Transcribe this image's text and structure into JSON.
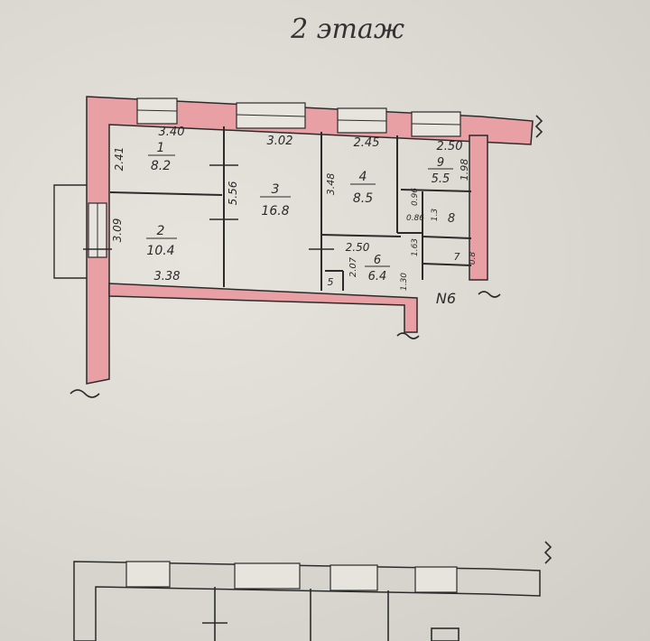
{
  "title": "2 этаж",
  "rooms": [
    {
      "num": "1",
      "area": "8.2",
      "width": "3.40",
      "depth": "2.41"
    },
    {
      "num": "2",
      "area": "10.4",
      "width": "3.38",
      "depth": "3.09"
    },
    {
      "num": "3",
      "area": "16.8",
      "width": "3.02",
      "depth": "5.56"
    },
    {
      "num": "4",
      "area": "8.5",
      "width": "2.45",
      "depth": "3.48"
    },
    {
      "num": "9",
      "area": "5.5",
      "width": "2.50",
      "depth": "1.98"
    },
    {
      "num": "6",
      "area": "6.4",
      "width": "2.50",
      "depth": "2.07"
    },
    {
      "num": "8",
      "area": "",
      "width": "",
      "depth": ""
    },
    {
      "num": "7",
      "area": "",
      "width": "",
      "depth": ""
    }
  ],
  "extra_dims": [
    "0.86",
    "1.3",
    "0.96",
    "1.63",
    "0.8",
    "1.30"
  ],
  "small_labels": [
    "5"
  ],
  "apartment_label": "N6",
  "colors": {
    "wall": "#e9a0a4",
    "line": "#2b2b2b",
    "paper": "#dcdad3"
  }
}
